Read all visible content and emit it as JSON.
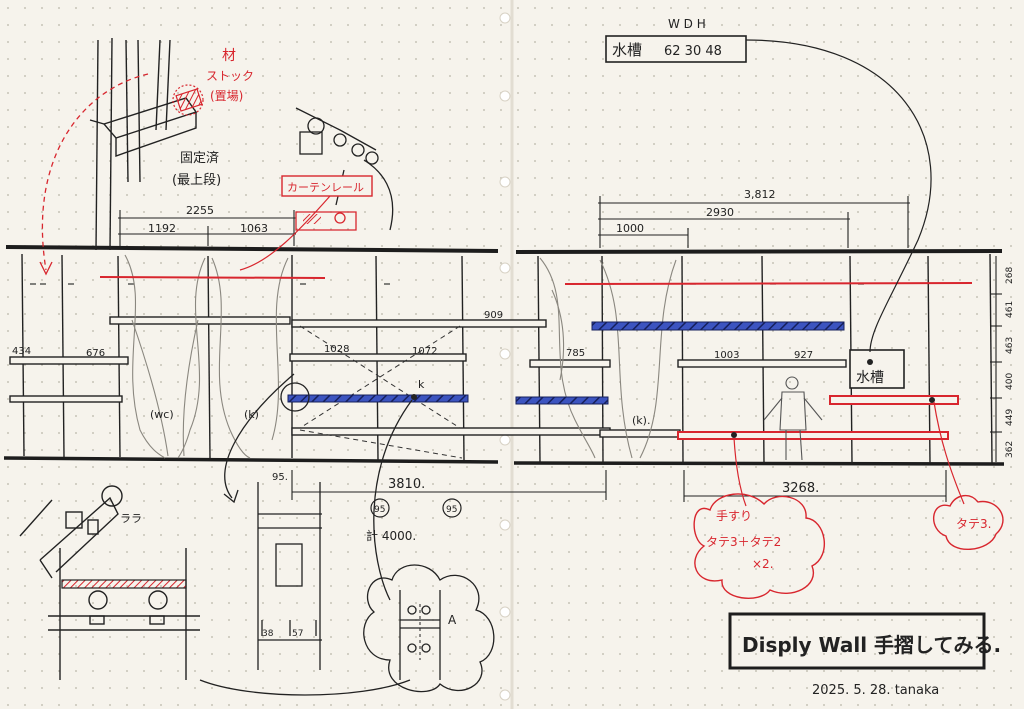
{
  "spec_box": {
    "header": "W D H",
    "name": "水槽",
    "values": "62  30  48"
  },
  "notes": {
    "material_red_1": "材",
    "material_red_2": "ストック",
    "material_red_3": "(置場)",
    "fixed_1": "固定済",
    "fixed_2": "(最上段)",
    "curtain_rail": "カーテンレール",
    "tank_label": "水槽",
    "handrail_1": "手すり",
    "handrail_2": "タテ3＋タテ2",
    "handrail_3": "×2.",
    "tate3": "タテ3.",
    "rara": "ララ",
    "a_mark": "A",
    "k_mark": "k",
    "wc": "(wc)",
    "k_left": "(k)",
    "k_right": "(k)."
  },
  "dims": {
    "left_total": "2255",
    "left_a": "1192",
    "left_b": "1063",
    "right_total": "3,812",
    "right_mid": "2930",
    "right_small": "1000",
    "shelf_l1": "434",
    "shelf_l2": "676",
    "shelf_c1": "1028",
    "shelf_c2": "1072",
    "shelf_c3": "909",
    "shelf_c4": "785",
    "shelf_r1": "1003",
    "shelf_r2": "927",
    "bottom_c": "3810.",
    "bottom_r": "3268.",
    "small_95": "95.",
    "circ_95a": "95",
    "circ_95b": "95",
    "kei": "計 4000.",
    "sub_38": "38",
    "sub_57": "57",
    "v_268": "268",
    "v_461": "461",
    "v_463": "463",
    "v_400": "400",
    "v_449": "449",
    "v_362": "362"
  },
  "title": "Disply Wall 手摺してみる.",
  "signature": "2025. 5. 28. tanaka",
  "colors": {
    "paper": "#f6f3ec",
    "ink": "#222222",
    "red": "#d8262e",
    "blue": "#2a3c9c",
    "dot": "#b9b4a8"
  }
}
